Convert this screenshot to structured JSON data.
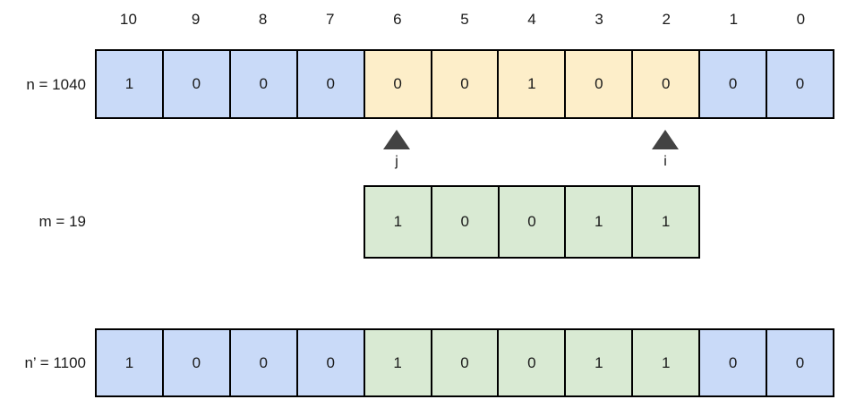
{
  "diagram": {
    "title_none": "",
    "colors": {
      "blue": "#c9daf8",
      "orange": "#fdeec9",
      "green": "#d9ead3",
      "border": "#000000",
      "marker": "#434343"
    },
    "bit_indices": [
      "10",
      "9",
      "8",
      "7",
      "6",
      "5",
      "4",
      "3",
      "2",
      "1",
      "0"
    ],
    "rows": [
      {
        "id": "n",
        "label": "n = 1040",
        "bits": [
          {
            "value": "1",
            "color": "blue"
          },
          {
            "value": "0",
            "color": "blue"
          },
          {
            "value": "0",
            "color": "blue"
          },
          {
            "value": "0",
            "color": "blue"
          },
          {
            "value": "0",
            "color": "orange"
          },
          {
            "value": "0",
            "color": "orange"
          },
          {
            "value": "1",
            "color": "orange"
          },
          {
            "value": "0",
            "color": "orange"
          },
          {
            "value": "0",
            "color": "orange"
          },
          {
            "value": "0",
            "color": "blue"
          },
          {
            "value": "0",
            "color": "blue"
          }
        ]
      },
      {
        "id": "m",
        "label": "m = 19",
        "bits": [
          {
            "value": "1",
            "color": "green"
          },
          {
            "value": "0",
            "color": "green"
          },
          {
            "value": "0",
            "color": "green"
          },
          {
            "value": "1",
            "color": "green"
          },
          {
            "value": "1",
            "color": "green"
          }
        ]
      },
      {
        "id": "n-prime",
        "label": "n’ = 1100",
        "bits": [
          {
            "value": "1",
            "color": "blue"
          },
          {
            "value": "0",
            "color": "blue"
          },
          {
            "value": "0",
            "color": "blue"
          },
          {
            "value": "0",
            "color": "blue"
          },
          {
            "value": "1",
            "color": "green"
          },
          {
            "value": "0",
            "color": "green"
          },
          {
            "value": "0",
            "color": "green"
          },
          {
            "value": "1",
            "color": "green"
          },
          {
            "value": "1",
            "color": "green"
          },
          {
            "value": "0",
            "color": "blue"
          },
          {
            "value": "0",
            "color": "blue"
          }
        ]
      }
    ],
    "markers": [
      {
        "id": "j",
        "label": "j",
        "bit_index": "6"
      },
      {
        "id": "i",
        "label": "i",
        "bit_index": "2"
      }
    ]
  }
}
